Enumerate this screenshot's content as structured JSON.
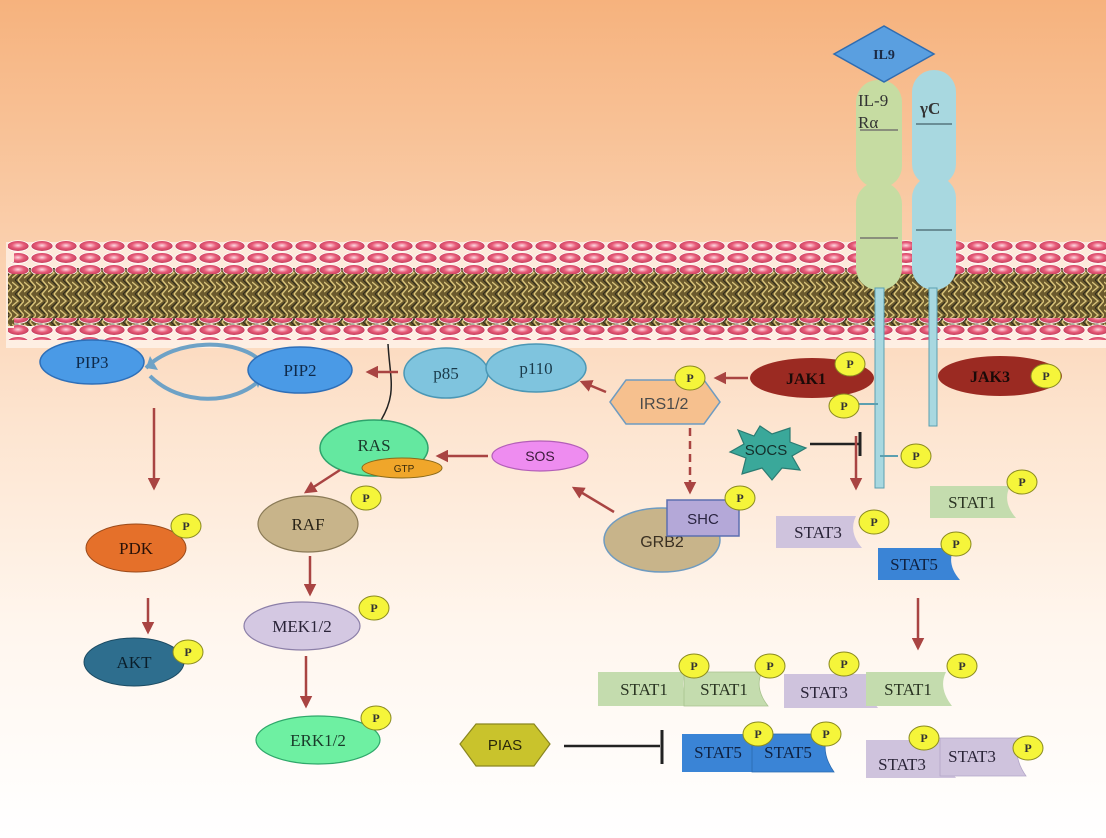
{
  "ligand": {
    "label": "IL9"
  },
  "receptors": {
    "alpha_label_line1": "IL-9",
    "alpha_label_line2": "Rα",
    "gamma_label": "γC"
  },
  "phospho_label": "P",
  "nodes": {
    "pip3": "PIP3",
    "pip2": "PIP2",
    "pdk": "PDK",
    "akt": "AKT",
    "p85": "p85",
    "p110": "p110",
    "irs": "IRS1/2",
    "jak1": "JAK1",
    "jak3": "JAK3",
    "ras": "RAS",
    "gtp": "GTP",
    "sos": "SOS",
    "socs": "SOCS",
    "raf": "RAF",
    "mek": "MEK1/2",
    "erk": "ERK1/2",
    "grb2": "GRB2",
    "shc": "SHC",
    "pias": "PIAS",
    "stat1": "STAT1",
    "stat3": "STAT3",
    "stat5": "STAT5"
  },
  "colors": {
    "background_top": "#f6b27d",
    "arrow": "#a94442",
    "membrane_head": "#e2536f",
    "receptor_alpha": "#c6dca2",
    "receptor_gamma": "#a8d8e0",
    "phospho_yellow": "#f5f53a",
    "jak": "#9b2a22",
    "pdk": "#e5702a",
    "akt": "#2e6e8e",
    "stat1": "#c4dcae",
    "stat3": "#cfc3dd",
    "stat5": "#3a84d6",
    "pias": "#c9c32c"
  }
}
